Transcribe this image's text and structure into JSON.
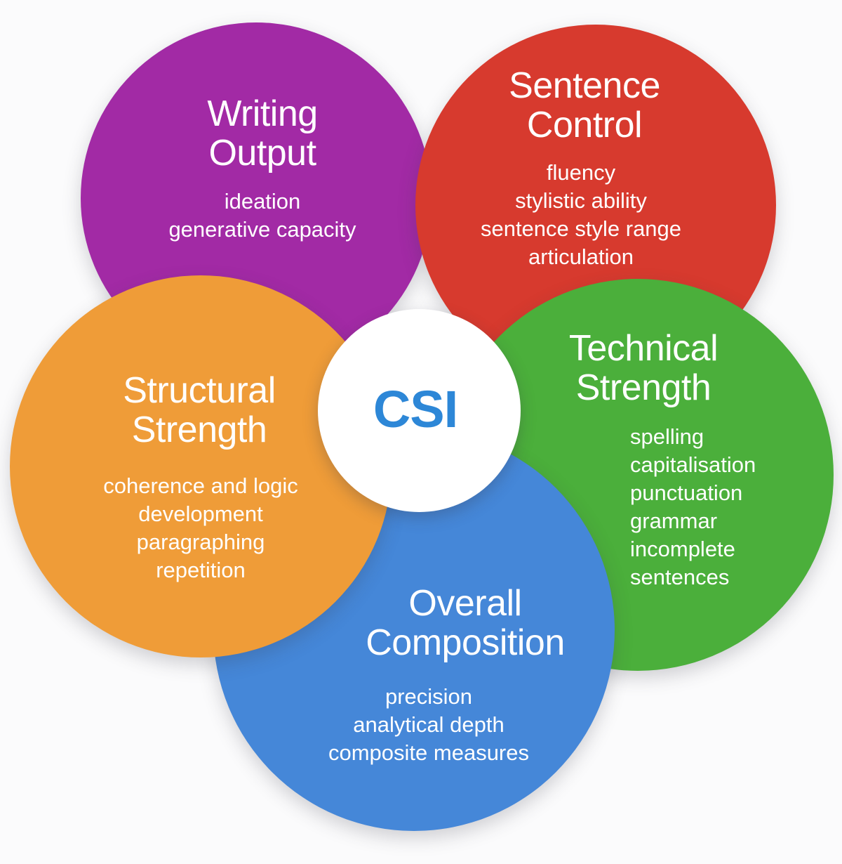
{
  "diagram": {
    "background": "#FBFBFC",
    "center": {
      "label": "CSI",
      "label_color": "#2D87D7",
      "circle_color": "#FFFFFF"
    }
  },
  "circles": [
    {
      "name": "Writing Output",
      "color": "#A22AA5",
      "title_lines": [
        "Writing",
        "Output"
      ],
      "items": [
        "ideation",
        "generative capacity"
      ]
    },
    {
      "name": "Sentence Control",
      "color": "#D73A2E",
      "title_lines": [
        "Sentence",
        "Control"
      ],
      "items": [
        "fluency",
        "stylistic ability",
        "sentence style range",
        "articulation"
      ]
    },
    {
      "name": "Structural Strength",
      "color": "#EF9C38",
      "title_lines": [
        "Structural",
        "Strength"
      ],
      "items": [
        "coherence and logic",
        "development",
        "paragraphing",
        "repetition"
      ]
    },
    {
      "name": "Technical Strength",
      "color": "#4BAF3B",
      "title_lines": [
        "Technical",
        "Strength"
      ],
      "items": [
        "spelling",
        "capitalisation",
        "punctuation",
        "grammar",
        "incomplete sentences"
      ]
    },
    {
      "name": "Overall Composition",
      "color": "#4587D8",
      "title_lines": [
        "Overall",
        "Composition"
      ],
      "items": [
        "precision",
        "analytical depth",
        "composite measures"
      ]
    }
  ]
}
